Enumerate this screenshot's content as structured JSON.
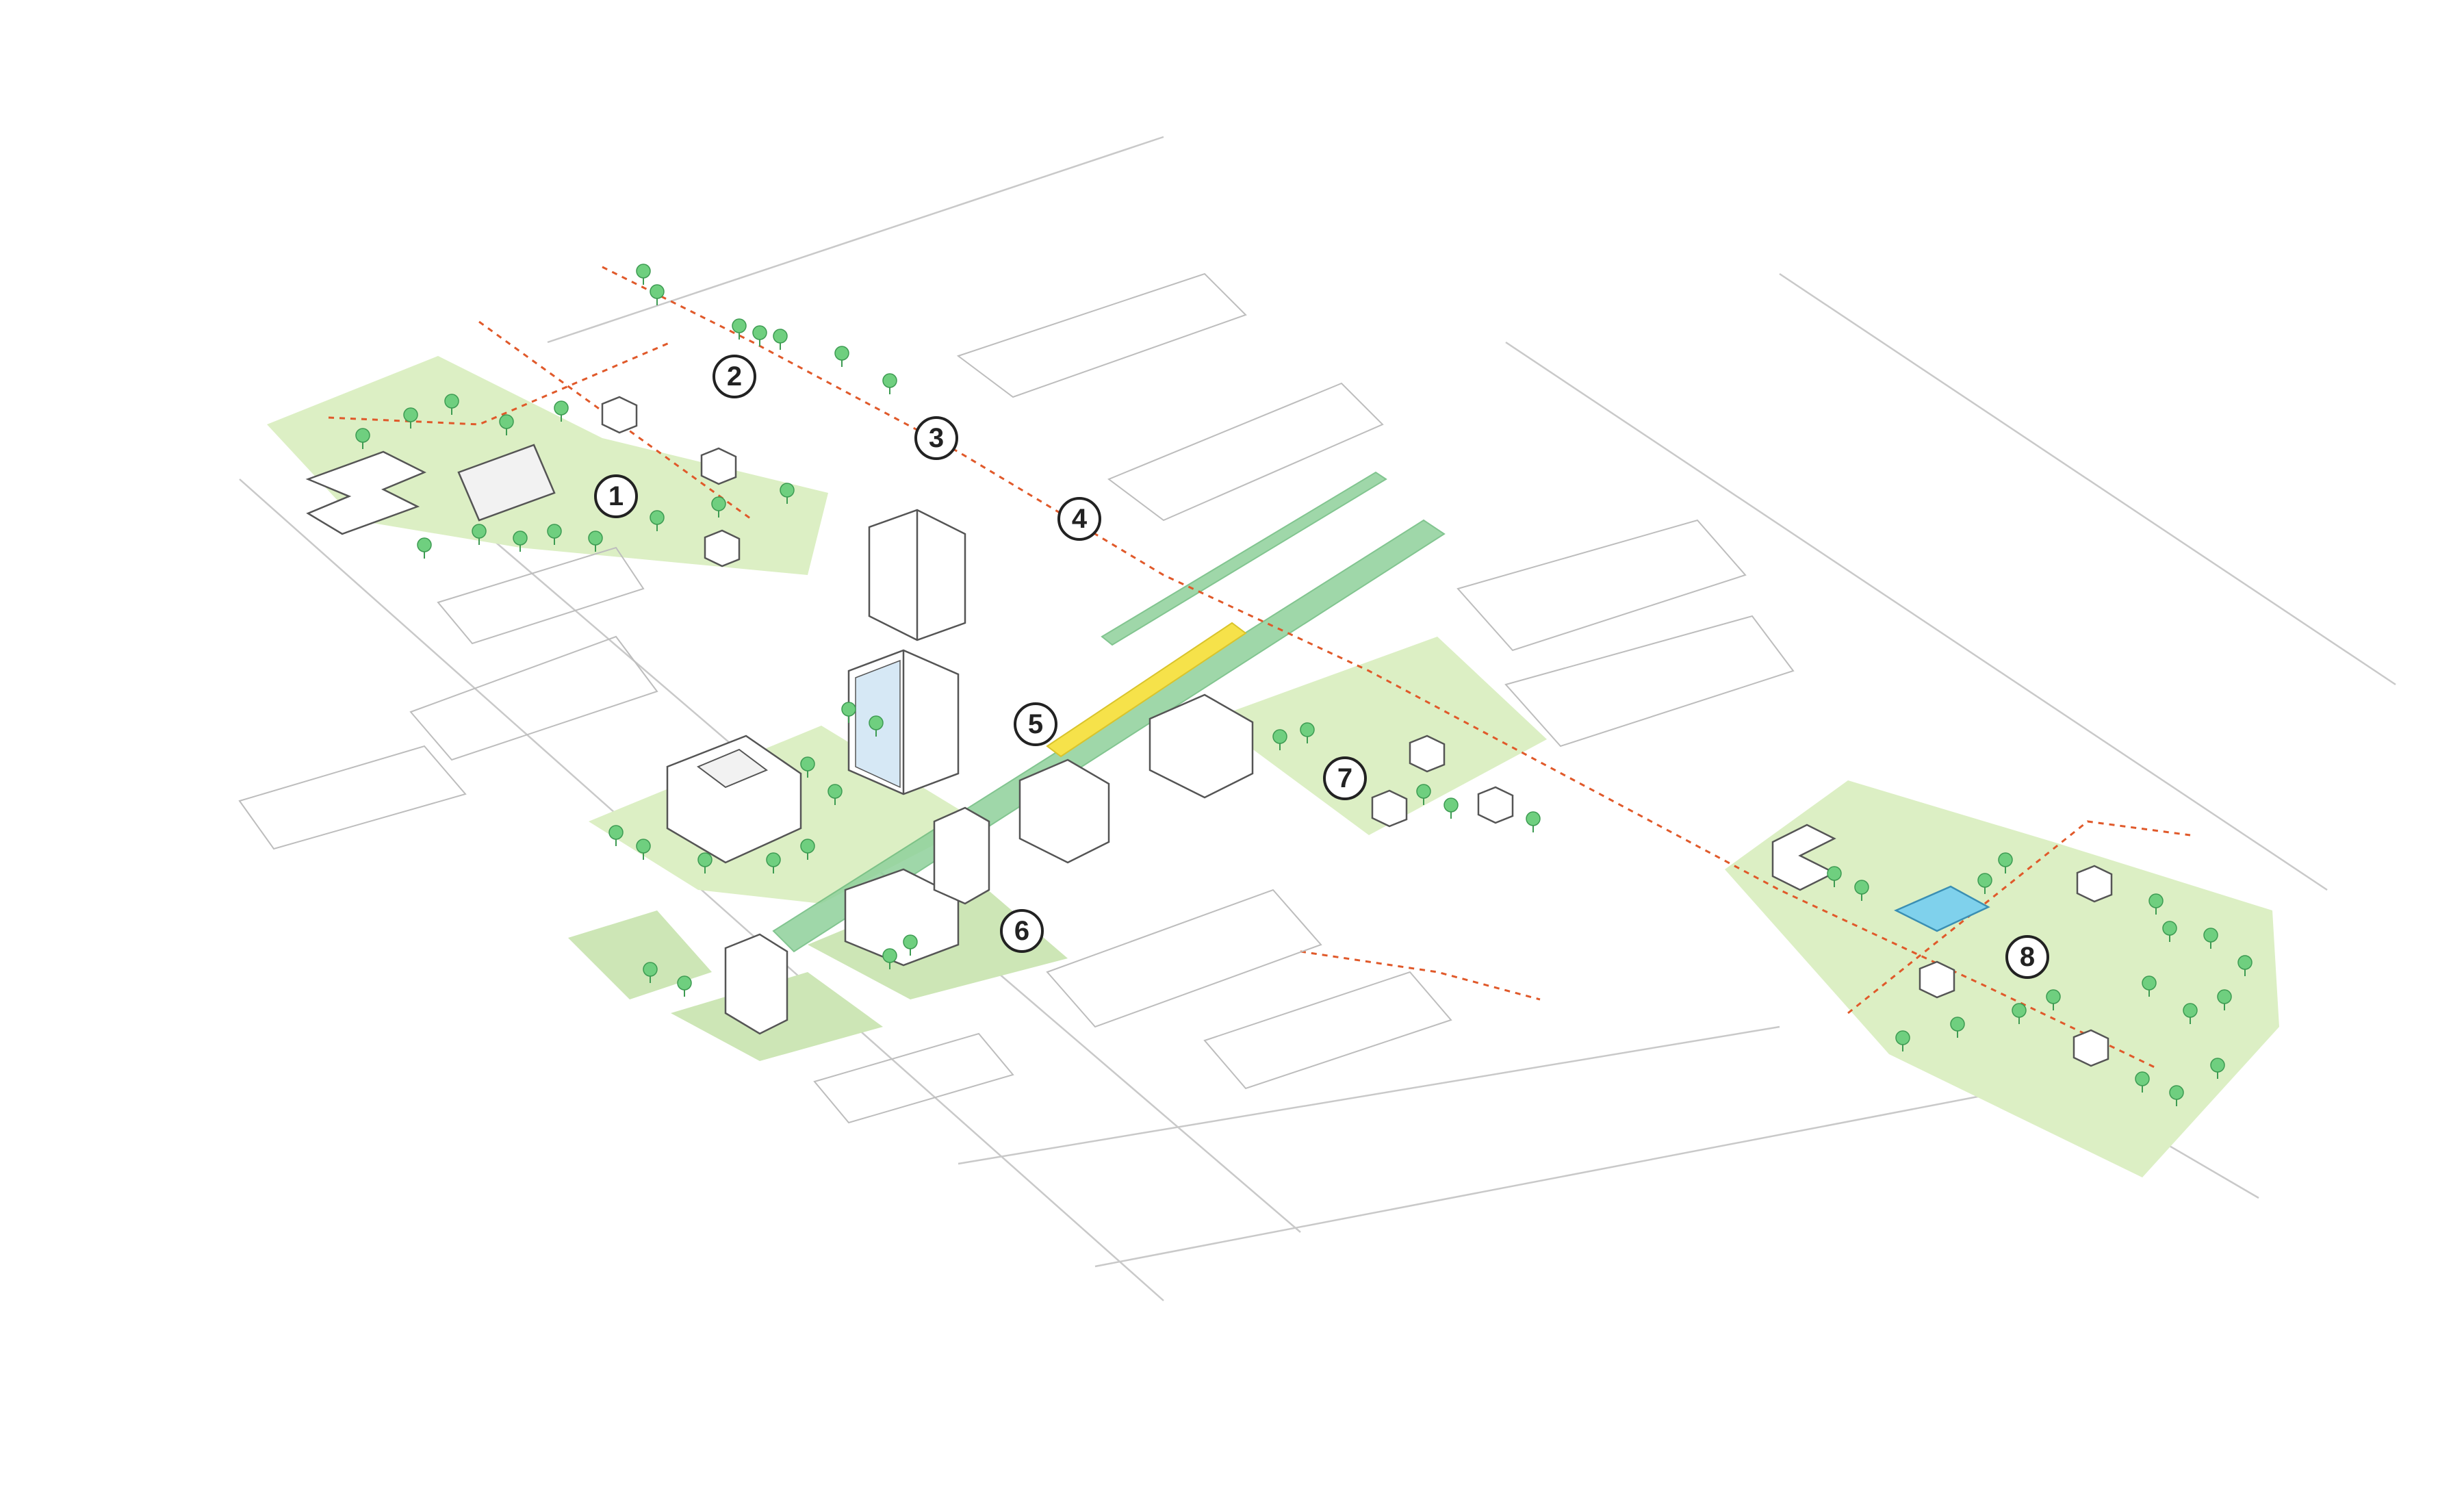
{
  "markers": [
    {
      "label": "1"
    },
    {
      "label": "2"
    },
    {
      "label": "3"
    },
    {
      "label": "4"
    },
    {
      "label": "5"
    },
    {
      "label": "6"
    },
    {
      "label": "7"
    },
    {
      "label": "8"
    }
  ],
  "colors": {
    "park": "#dcefc4",
    "corridor": "#8fd19b",
    "route": "#e0592a",
    "transit_lane": "#f6e24a",
    "building_outline": "#555555"
  }
}
